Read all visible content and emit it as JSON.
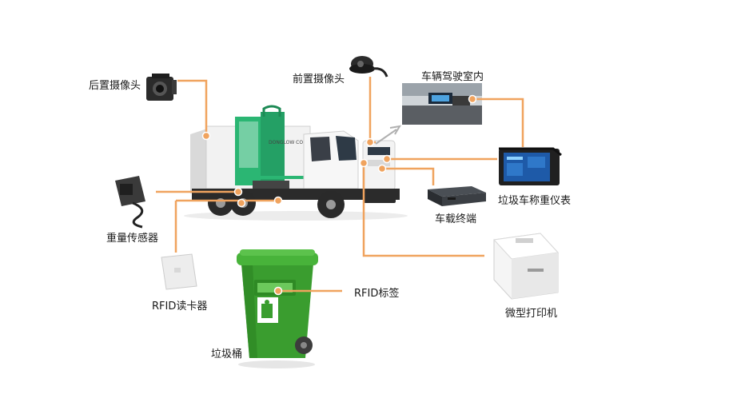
{
  "labels": {
    "rear_camera": "后置摄像头",
    "front_camera": "前置摄像头",
    "cab_interior": "车辆驾驶室内",
    "scale_meter": "垃圾车称重仪表",
    "vehicle_terminal": "车载终端",
    "weight_sensor": "重量传感器",
    "rfid_reader": "RFID读卡器",
    "rfid_tag": "RFID标签",
    "mini_printer": "微型打印机",
    "trash_bin": "垃圾桶"
  },
  "truck_brand": "DONGLOW CO",
  "colors": {
    "connector": "#f0a35e",
    "node": "#f0a35e",
    "truck_green": "#2bb673",
    "bin_green": "#3a9d2f"
  }
}
